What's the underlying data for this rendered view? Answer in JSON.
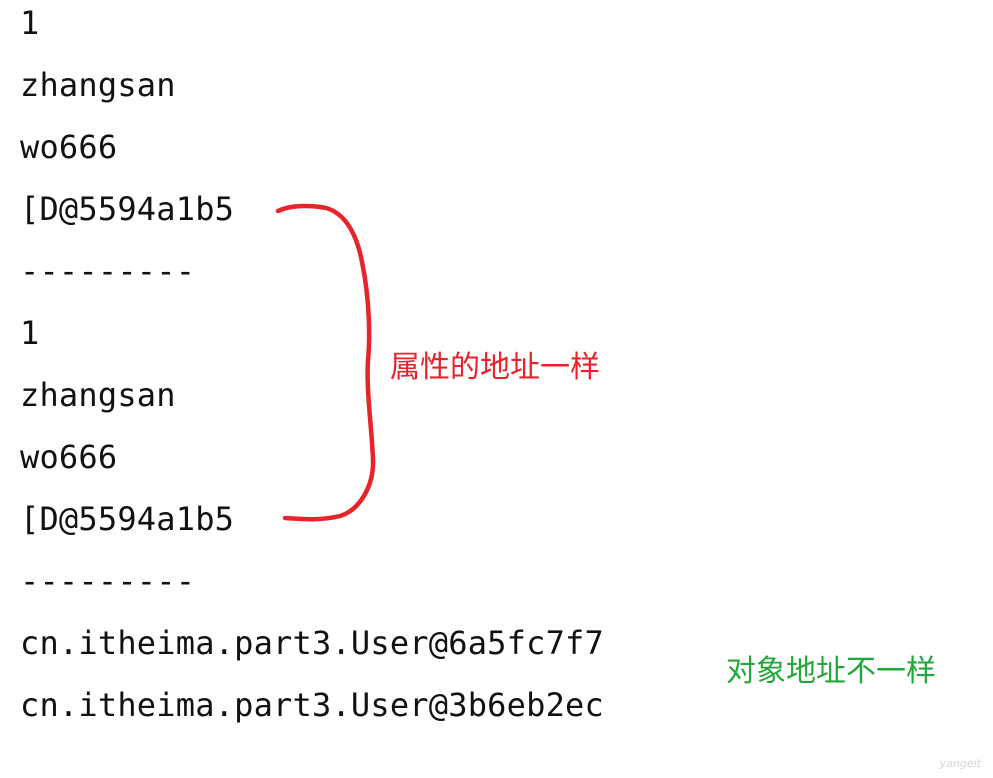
{
  "console": {
    "lines": [
      "1",
      "zhangsan",
      "wo666",
      "[D@5594a1b5",
      "---------",
      "1",
      "zhangsan",
      "wo666",
      "[D@5594a1b5",
      "---------",
      "cn.itheima.part3.User@6a5fc7f7",
      "cn.itheima.part3.User@3b6eb2ec"
    ]
  },
  "annotations": {
    "same_address": {
      "text": "属性的地址一样",
      "color": "#e8232a"
    },
    "different_address": {
      "text": "对象地址不一样",
      "color": "#22a83a"
    }
  },
  "watermark": "yangeit"
}
